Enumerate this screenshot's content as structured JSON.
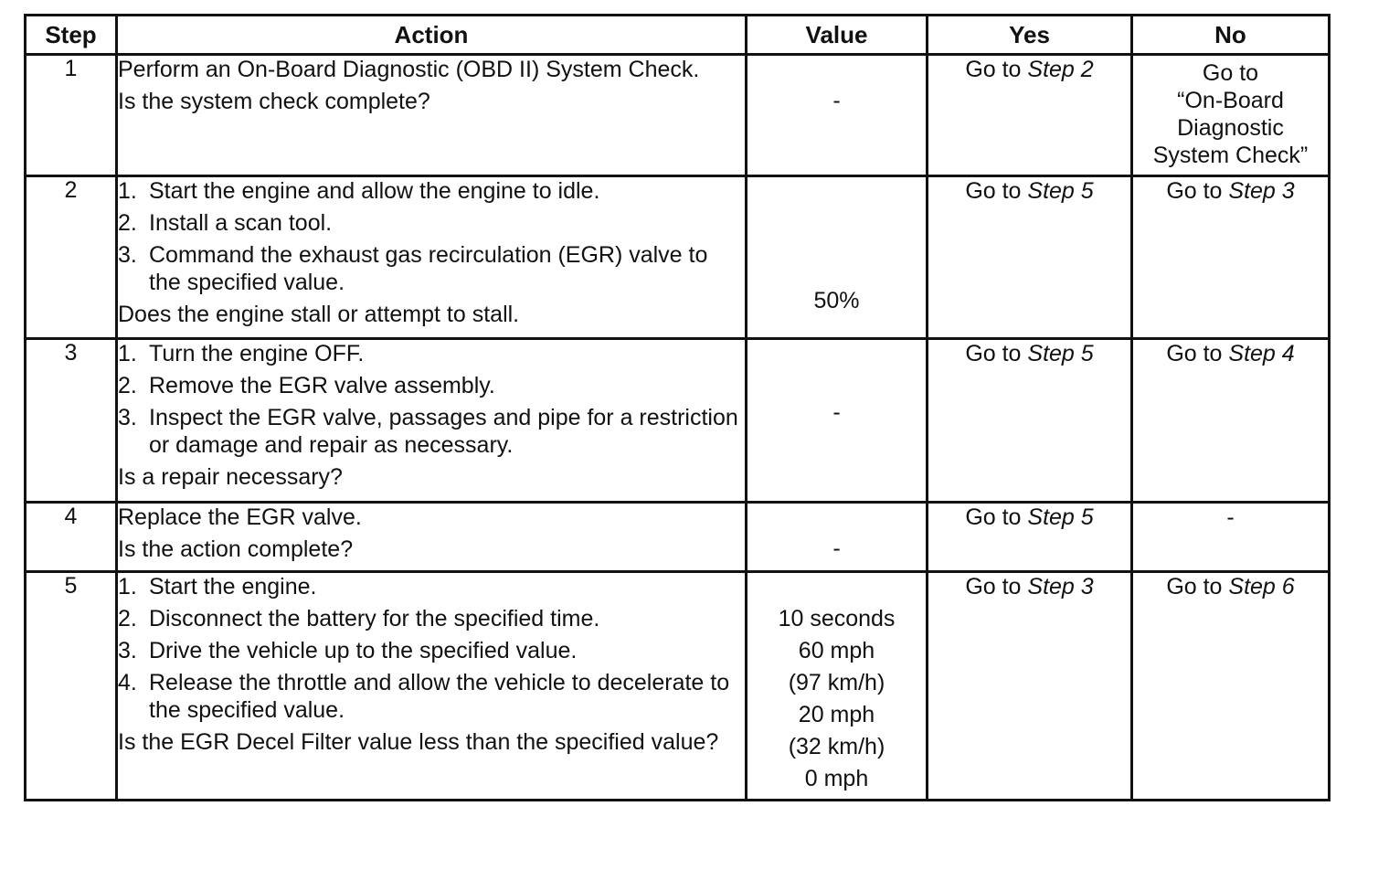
{
  "headers": {
    "step": "Step",
    "action": "Action",
    "value": "Value",
    "yes": "Yes",
    "no": "No"
  },
  "rows": [
    {
      "step": "1",
      "action_lines": [
        "Perform an On-Board Diagnostic (OBD II) System Check.",
        "Is the system check complete?"
      ],
      "value": "-",
      "yes_prefix": "Go to ",
      "yes_step": "Step 2",
      "no_lines": [
        "Go to",
        "“On-Board",
        "Diagnostic",
        "System Check”"
      ]
    },
    {
      "step": "2",
      "action_items": [
        {
          "n": "1.",
          "text": "Start the engine and allow the engine to idle."
        },
        {
          "n": "2.",
          "text": "Install a scan tool."
        },
        {
          "n": "3.",
          "text": "Command the exhaust gas recirculation (EGR) valve to the specified value."
        }
      ],
      "question": "Does the engine stall or attempt to stall.",
      "value": "50%",
      "yes_prefix": "Go to ",
      "yes_step": "Step 5",
      "no_prefix": "Go to ",
      "no_step": "Step 3"
    },
    {
      "step": "3",
      "action_items": [
        {
          "n": "1.",
          "text": "Turn the engine OFF."
        },
        {
          "n": "2.",
          "text": "Remove the EGR valve assembly."
        },
        {
          "n": "3.",
          "text": "Inspect the EGR valve, passages and pipe for a restriction or damage and repair as necessary."
        }
      ],
      "question": "Is a repair necessary?",
      "value": "-",
      "yes_prefix": "Go to ",
      "yes_step": "Step 5",
      "no_prefix": "Go to ",
      "no_step": "Step 4"
    },
    {
      "step": "4",
      "action_lines": [
        "Replace the EGR valve.",
        "Is the action complete?"
      ],
      "value": "-",
      "yes_prefix": "Go to ",
      "yes_step": "Step 5",
      "no_text": "-"
    },
    {
      "step": "5",
      "action_items": [
        {
          "n": "1.",
          "text": "Start the engine."
        },
        {
          "n": "2.",
          "text": "Disconnect the battery for the specified time."
        },
        {
          "n": "3.",
          "text": "Drive the vehicle up to the specified value."
        },
        {
          "n": "4.",
          "text": "Release the throttle and allow the vehicle to decelerate to the specified value."
        }
      ],
      "question": "Is the EGR Decel Filter value less than the specified value?",
      "value_lines": [
        "10 seconds",
        "60 mph",
        "(97 km/h)",
        "20 mph",
        "(32 km/h)",
        "0 mph"
      ],
      "yes_prefix": "Go to ",
      "yes_step": "Step 3",
      "no_prefix": "Go to ",
      "no_step": "Step 6"
    }
  ]
}
